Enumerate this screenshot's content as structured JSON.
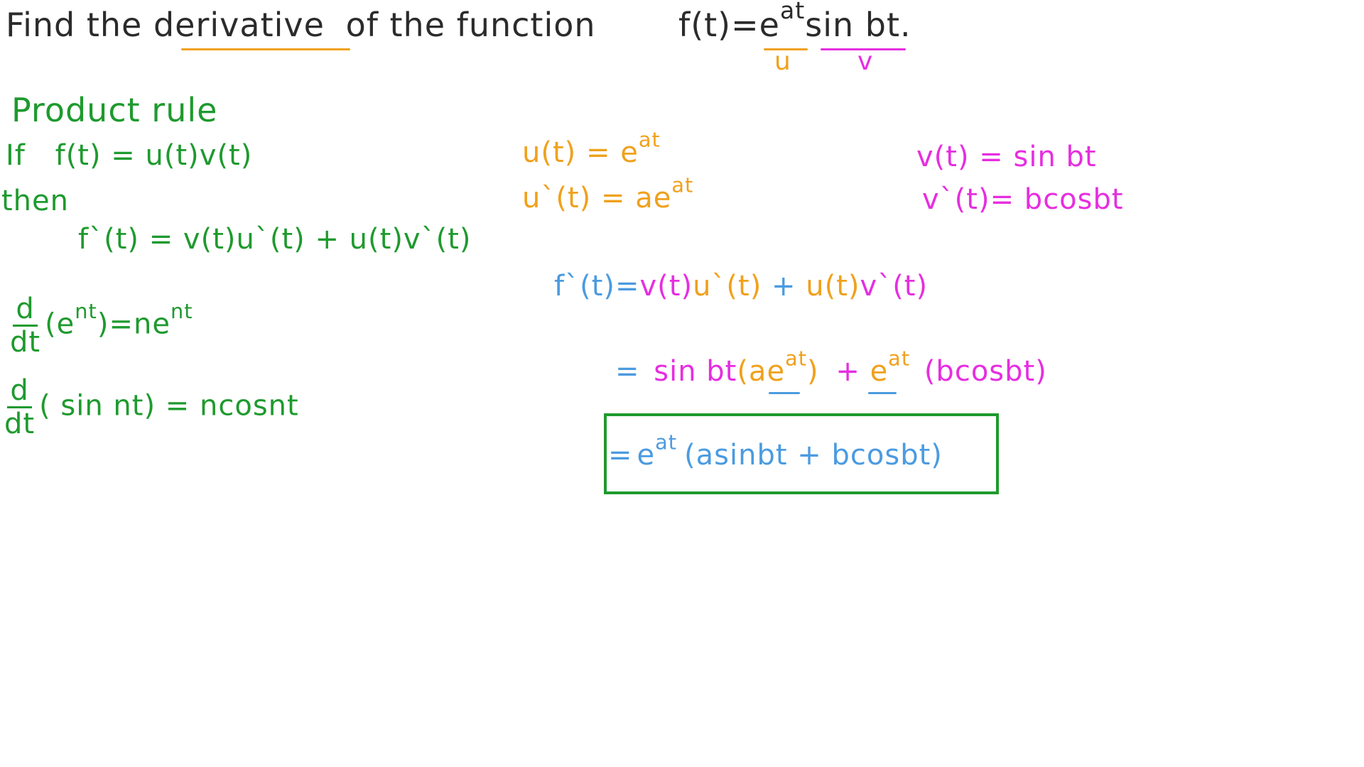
{
  "colors": {
    "dark": "#2b2b2b",
    "green": "#1e9a2e",
    "orange": "#f0a11c",
    "pink": "#e62ee0",
    "blue": "#4b9be0"
  },
  "question": {
    "text_find": "Find the",
    "text_derivative": "derivative",
    "text_of": "of the function",
    "f_lhs": "f(t)=",
    "e": "e",
    "at": "at",
    "sinbt": "sin bt",
    "period": ".",
    "label_u": "u",
    "label_v": "v"
  },
  "product_rule": {
    "title": "Product rule",
    "if": "If",
    "if_expr": "f(t) = u(t)v(t)",
    "then": "then",
    "derivative_expr": "f`(t) = v(t)u`(t) + u(t)v`(t)"
  },
  "rules": {
    "exp_num": "d",
    "exp_den": "dt",
    "exp_open": "(e",
    "exp_sup": "nt",
    "exp_mid": ")=ne",
    "exp_sup2": "nt",
    "sin_num": "d",
    "sin_den": "dt",
    "sin_expr": "( sin nt) = ncosnt"
  },
  "u_block": {
    "u_lhs": "u(t) = e",
    "u_sup": "at",
    "up_lhs": "u`(t) = ae",
    "up_sup": "at"
  },
  "v_block": {
    "v_expr": "v(t) = sin bt",
    "vp_expr": "v`(t)= bcosbt"
  },
  "work": {
    "fp": "f`(t)=",
    "v": "v(t)",
    "up": "u`(t)",
    "plus": "+",
    "u": "u(t)",
    "vp": "v`(t)",
    "eq": "=",
    "sinbt": "sin bt",
    "open_ae": "(ae",
    "at1": "at",
    "close1": ")",
    "plus2": "+",
    "e2": "e",
    "at2": "at",
    "bcos": "(bcosbt)"
  },
  "answer": {
    "eq": "=",
    "e": "e",
    "at": "at",
    "expr": "(asinbt + bcosbt)"
  }
}
